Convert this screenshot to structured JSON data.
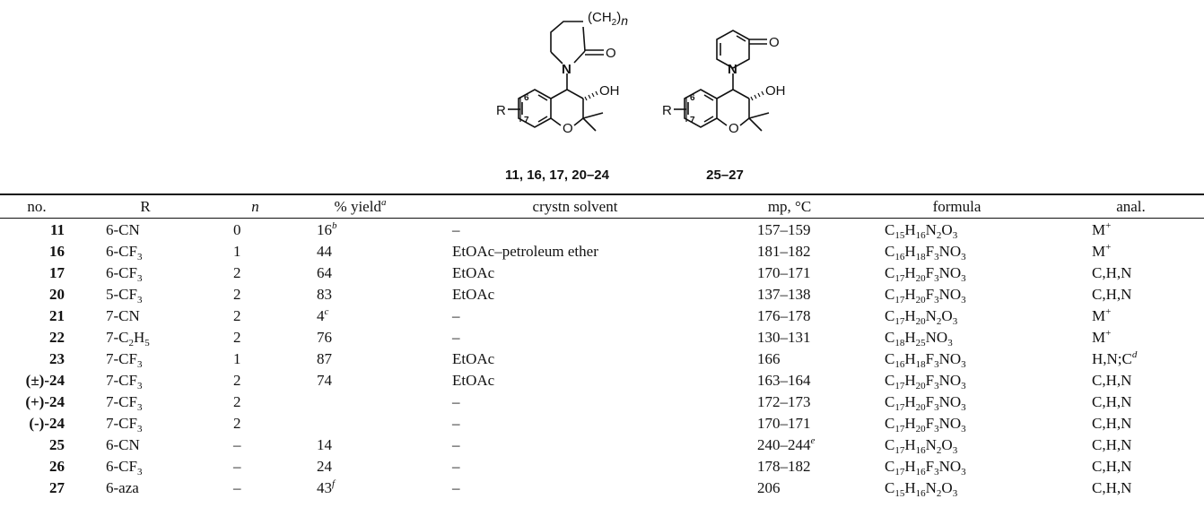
{
  "figure": {
    "structure_a": {
      "caption": "11, 16, 17, 20–24",
      "substituent": "R",
      "ring_positions": [
        "6",
        "7"
      ],
      "chain_label": "(CH",
      "chain_sub": "2",
      "chain_close": ")",
      "chain_n": "n",
      "oxo": "O",
      "nitrogen": "N",
      "hydroxyl": "OH",
      "ring_oxygen": "O"
    },
    "structure_b": {
      "caption": "25–27",
      "substituent": "R",
      "ring_positions": [
        "6",
        "7"
      ],
      "oxo": "O",
      "nitrogen": "N",
      "hydroxyl": "OH",
      "ring_oxygen": "O"
    }
  },
  "table": {
    "headers": {
      "no": "no.",
      "r": "R",
      "n": "n",
      "yield": "% yield",
      "yield_note": "a",
      "solvent": "crystn solvent",
      "mp": "mp, °C",
      "formula": "formula",
      "anal": "anal."
    },
    "rows": [
      {
        "no_prefix": "",
        "no": "11",
        "r_base": "6-CN",
        "r_sub": "",
        "n": "0",
        "yield": "16",
        "yield_note": "b",
        "solvent": "–",
        "mp": "157–159",
        "mp_note": "",
        "formula": [
          [
            "C",
            "15"
          ],
          [
            "H",
            "16"
          ],
          [
            "N",
            "2"
          ],
          [
            "O",
            "3"
          ]
        ],
        "anal": "M",
        "anal_sup": "+",
        "anal_tail": ""
      },
      {
        "no_prefix": "",
        "no": "16",
        "r_base": "6-CF",
        "r_sub": "3",
        "n": "1",
        "yield": "44",
        "yield_note": "",
        "solvent": "EtOAc–petroleum ether",
        "mp": "181–182",
        "mp_note": "",
        "formula": [
          [
            "C",
            "16"
          ],
          [
            "H",
            "18"
          ],
          [
            "F",
            "3"
          ],
          [
            "NO",
            "3"
          ]
        ],
        "anal": "M",
        "anal_sup": "+",
        "anal_tail": ""
      },
      {
        "no_prefix": "",
        "no": "17",
        "r_base": "6-CF",
        "r_sub": "3",
        "n": "2",
        "yield": "64",
        "yield_note": "",
        "solvent": "EtOAc",
        "mp": "170–171",
        "mp_note": "",
        "formula": [
          [
            "C",
            "17"
          ],
          [
            "H",
            "20"
          ],
          [
            "F",
            "3"
          ],
          [
            "NO",
            "3"
          ]
        ],
        "anal": "C,H,N",
        "anal_sup": "",
        "anal_tail": ""
      },
      {
        "no_prefix": "",
        "no": "20",
        "r_base": "5-CF",
        "r_sub": "3",
        "n": "2",
        "yield": "83",
        "yield_note": "",
        "solvent": "EtOAc",
        "mp": "137–138",
        "mp_note": "",
        "formula": [
          [
            "C",
            "17"
          ],
          [
            "H",
            "20"
          ],
          [
            "F",
            "3"
          ],
          [
            "NO",
            "3"
          ]
        ],
        "anal": "C,H,N",
        "anal_sup": "",
        "anal_tail": ""
      },
      {
        "no_prefix": "",
        "no": "21",
        "r_base": "7-CN",
        "r_sub": "",
        "n": "2",
        "yield": "4",
        "yield_note": "c",
        "solvent": "–",
        "mp": "176–178",
        "mp_note": "",
        "formula": [
          [
            "C",
            "17"
          ],
          [
            "H",
            "20"
          ],
          [
            "N",
            "2"
          ],
          [
            "O",
            "3"
          ]
        ],
        "anal": "M",
        "anal_sup": "+",
        "anal_tail": ""
      },
      {
        "no_prefix": "",
        "no": "22",
        "r_base": "7-C",
        "r_sub": "2",
        "r_tail": "H",
        "r_tail_sub": "5",
        "n": "2",
        "yield": "76",
        "yield_note": "",
        "solvent": "–",
        "mp": "130–131",
        "mp_note": "",
        "formula": [
          [
            "C",
            "18"
          ],
          [
            "H",
            "25"
          ],
          [
            "NO",
            "3"
          ]
        ],
        "anal": "M",
        "anal_sup": "+",
        "anal_tail": ""
      },
      {
        "no_prefix": "",
        "no": "23",
        "r_base": "7-CF",
        "r_sub": "3",
        "n": "1",
        "yield": "87",
        "yield_note": "",
        "solvent": "EtOAc",
        "mp": "166",
        "mp_note": "",
        "formula": [
          [
            "C",
            "16"
          ],
          [
            "H",
            "18"
          ],
          [
            "F",
            "3"
          ],
          [
            "NO",
            "3"
          ]
        ],
        "anal": "H,N;C",
        "anal_sup": "d",
        "anal_tail": ""
      },
      {
        "no_prefix": "(±)-",
        "no": "24",
        "r_base": "7-CF",
        "r_sub": "3",
        "n": "2",
        "yield": "74",
        "yield_note": "",
        "solvent": "EtOAc",
        "mp": "163–164",
        "mp_note": "",
        "formula": [
          [
            "C",
            "17"
          ],
          [
            "H",
            "20"
          ],
          [
            "F",
            "3"
          ],
          [
            "NO",
            "3"
          ]
        ],
        "anal": "C,H,N",
        "anal_sup": "",
        "anal_tail": ""
      },
      {
        "no_prefix": "(+)-",
        "no": "24",
        "r_base": "7-CF",
        "r_sub": "3",
        "n": "2",
        "yield": "",
        "yield_note": "",
        "solvent": "–",
        "mp": "172–173",
        "mp_note": "",
        "formula": [
          [
            "C",
            "17"
          ],
          [
            "H",
            "20"
          ],
          [
            "F",
            "3"
          ],
          [
            "NO",
            "3"
          ]
        ],
        "anal": "C,H,N",
        "anal_sup": "",
        "anal_tail": ""
      },
      {
        "no_prefix": "(-)-",
        "no": "24",
        "r_base": "7-CF",
        "r_sub": "3",
        "n": "2",
        "yield": "",
        "yield_note": "",
        "solvent": "–",
        "mp": "170–171",
        "mp_note": "",
        "formula": [
          [
            "C",
            "17"
          ],
          [
            "H",
            "20"
          ],
          [
            "F",
            "3"
          ],
          [
            "NO",
            "3"
          ]
        ],
        "anal": "C,H,N",
        "anal_sup": "",
        "anal_tail": ""
      },
      {
        "no_prefix": "",
        "no": "25",
        "r_base": "6-CN",
        "r_sub": "",
        "n": "–",
        "yield": "14",
        "yield_note": "",
        "solvent": "–",
        "mp": "240–244",
        "mp_note": "e",
        "formula": [
          [
            "C",
            "17"
          ],
          [
            "H",
            "16"
          ],
          [
            "N",
            "2"
          ],
          [
            "O",
            "3"
          ]
        ],
        "anal": "C,H,N",
        "anal_sup": "",
        "anal_tail": ""
      },
      {
        "no_prefix": "",
        "no": "26",
        "r_base": "6-CF",
        "r_sub": "3",
        "n": "–",
        "yield": "24",
        "yield_note": "",
        "solvent": "–",
        "mp": "178–182",
        "mp_note": "",
        "formula": [
          [
            "C",
            "17"
          ],
          [
            "H",
            "16"
          ],
          [
            "F",
            "3"
          ],
          [
            "NO",
            "3"
          ]
        ],
        "anal": "C,H,N",
        "anal_sup": "",
        "anal_tail": ""
      },
      {
        "no_prefix": "",
        "no": "27",
        "r_base": "6-aza",
        "r_sub": "",
        "n": "–",
        "yield": "43",
        "yield_note": "f",
        "solvent": "–",
        "mp": "206",
        "mp_note": "",
        "formula": [
          [
            "C",
            "15"
          ],
          [
            "H",
            "16"
          ],
          [
            "N",
            "2"
          ],
          [
            "O",
            "3"
          ]
        ],
        "anal": "C,H,N",
        "anal_sup": "",
        "anal_tail": ""
      }
    ]
  }
}
